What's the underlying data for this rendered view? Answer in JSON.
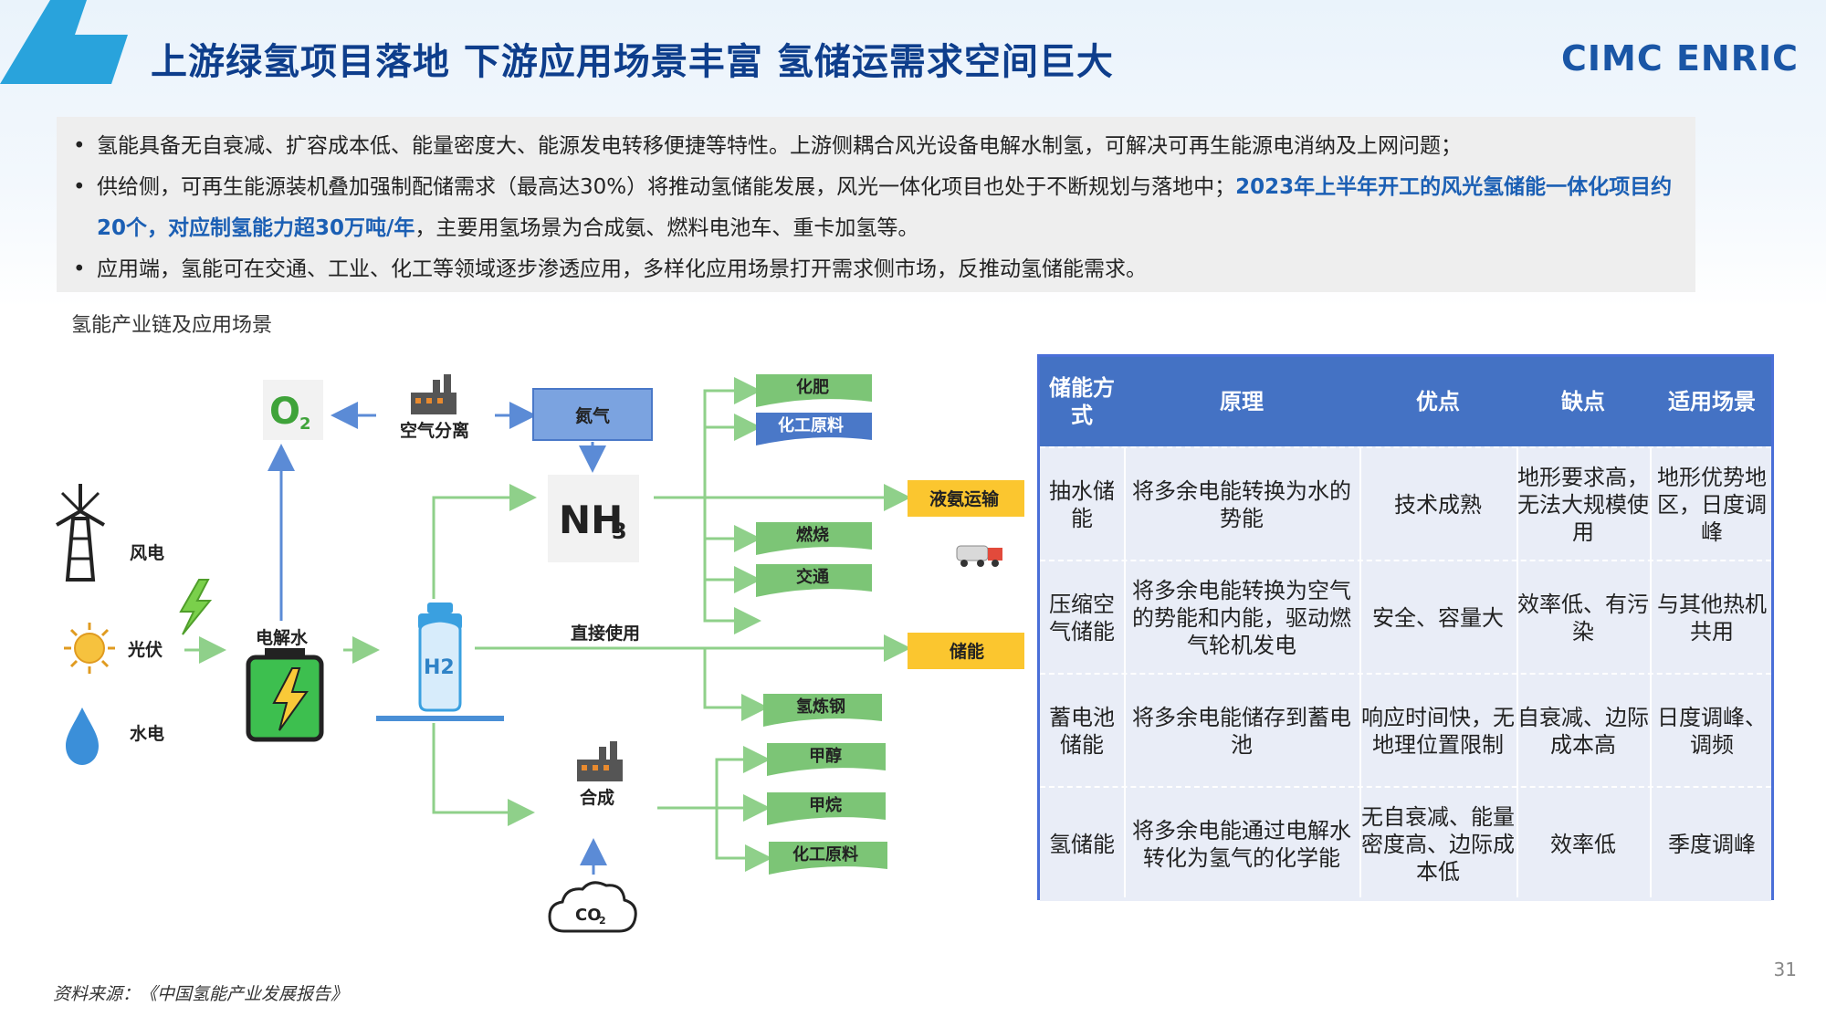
{
  "header": {
    "title": "上游绿氢项目落地 下游应用场景丰富 氢储运需求空间巨大",
    "logo": "CIMC ENRIC"
  },
  "bullets": [
    {
      "text": "氢能具备无自衰减、扩容成本低、能量密度大、能源发电转移便捷等特性。上游侧耦合风光设备电解水制氢，可解决可再生能源电消纳及上网问题；"
    },
    {
      "text_a": "供给侧，可再生能源装机叠加强制配储需求（最高达30%）将推动氢储能发展，风光一体化项目也处于不断规划与落地中；",
      "highlight": "2023年上半年开工的风光氢储能一体化项目约20个，对应制氢能力超30万吨/年",
      "text_b": "，主要用氢场景为合成氨、燃料电池车、重卡加氢等。"
    },
    {
      "text": "应用端，氢能可在交通、工业、化工等领域逐步渗透应用，多样化应用场景打开需求侧市场，反推动氢储能需求。"
    }
  ],
  "bullet_marker": "•",
  "diagram": {
    "subtitle": "氢能产业链及应用场景",
    "sources": [
      "风电",
      "光伏",
      "水电"
    ],
    "electrolysis": "电解水",
    "air_separation": "空气分离",
    "oxygen": "O",
    "oxygen_sub": "2",
    "nitrogen": "氮气",
    "ammonia": "NH",
    "ammonia_sub": "3",
    "h2": "H2",
    "direct_use": "直接使用",
    "synthesis": "合成",
    "co2": "CO",
    "co2_sub": "2",
    "ammonia_outputs": [
      "化肥",
      "化工原料"
    ],
    "h2_outputs": [
      "燃烧",
      "交通",
      "氢炼钢"
    ],
    "synthesis_outputs": [
      "甲醇",
      "甲烷",
      "化工原料"
    ],
    "liquid_ammonia": "液氨运输",
    "storage": "储能"
  },
  "table": {
    "headers": [
      "储能方式",
      "原理",
      "优点",
      "缺点",
      "适用场景"
    ],
    "rows": [
      [
        "抽水储能",
        "将多余电能转换为水的势能",
        "技术成熟",
        "地形要求高，无法大规模使用",
        "地形优势地区，日度调峰"
      ],
      [
        "压缩空气储能",
        "将多余电能转换为空气的势能和内能，驱动燃气轮机发电",
        "安全、容量大",
        "效率低、有污染",
        "与其他热机共用"
      ],
      [
        "蓄电池储能",
        "将多余电能储存到蓄电池",
        "响应时间快，无地理位置限制",
        "自衰减、边际成本高",
        "日度调峰、调频"
      ],
      [
        "氢储能",
        "将多余电能通过电解水转化为氢气的化学能",
        "无自衰减、能量密度高、边际成本低",
        "效率低",
        "季度调峰"
      ]
    ]
  },
  "footer": {
    "source": "资料来源：《中国氢能产业发展报告》",
    "page": "31"
  },
  "colors": {
    "title": "#0e3e8c",
    "accent_blue": "#29a3dc",
    "table_header": "#4472c4",
    "table_body": "#e9edf7",
    "flag_green": "#7cc576",
    "flag_yellow": "#fbc62f",
    "arrow_green": "#8fd08a",
    "arrow_blue": "#5b8bd6"
  }
}
